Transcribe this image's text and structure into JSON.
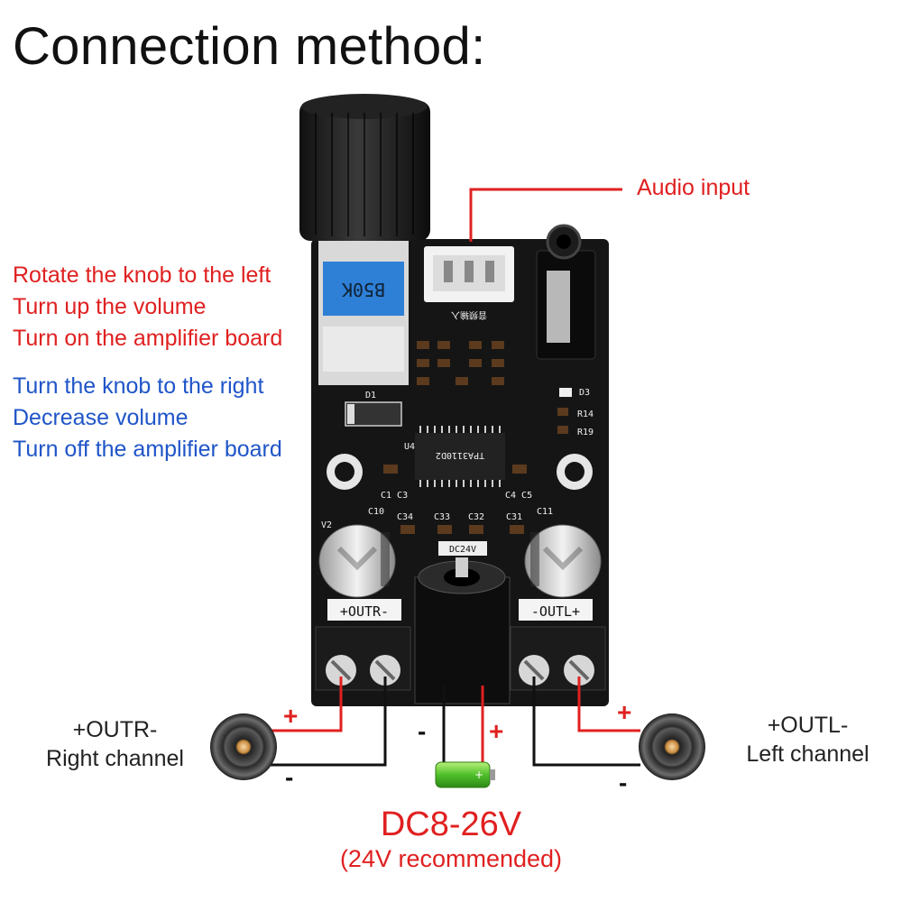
{
  "title": "Connection method:",
  "annotations": {
    "audio_input": "Audio input",
    "rotate_left": [
      "Rotate the knob to the left",
      "Turn up the volume",
      "Turn on the amplifier board"
    ],
    "rotate_right": [
      "Turn the knob to the right",
      "Decrease volume",
      "Turn off the amplifier board"
    ],
    "right_channel": [
      "+OUTR-",
      "Right channel"
    ],
    "left_channel": [
      "+OUTL-",
      "Left channel"
    ],
    "power_voltage": "DC8-26V",
    "power_note": "(24V recommended)",
    "plus": "+",
    "minus": "-"
  },
  "board_labels": {
    "pot": "B50K",
    "outr": "+OUTR-",
    "outl": "-OUTL+",
    "dc": "DC24V",
    "chip": "TPA3110D2",
    "d1": "D1",
    "u4": "U4",
    "d3": "D3",
    "v2": "V2",
    "c10": "C10",
    "c11": "C11",
    "c34": "C34",
    "c33": "C33",
    "c32": "C32",
    "c31": "C31",
    "r14": "R14",
    "r19": "R19",
    "c1c3": "C1 C3",
    "c4c5": "C4 C5",
    "input_cn": "音频输入"
  },
  "colors": {
    "annotation_red": "#e02020",
    "annotation_blue": "#1f55c8",
    "pcb": "#151515",
    "wire": "#111111"
  },
  "icons": [
    "volume-knob-icon",
    "speaker-icon",
    "battery-icon"
  ]
}
